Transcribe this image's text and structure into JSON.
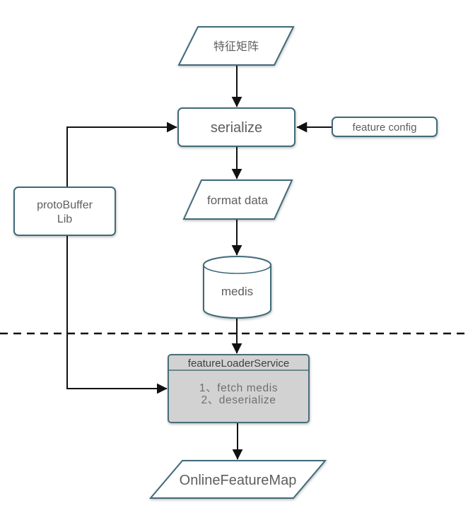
{
  "diagram": {
    "title": "feature serialization pipeline flowchart",
    "colors": {
      "node_border": "#3f6b79",
      "node_fill": "#ffffff",
      "service_fill": "#d2d2d2",
      "label_text": "#5e5e5e",
      "edge_line": "#111111"
    },
    "nodes": {
      "feature_matrix": {
        "label": "特征矩阵",
        "shape": "parallelogram"
      },
      "serialize": {
        "label": "serialize",
        "shape": "rounded-rect"
      },
      "feature_config": {
        "label": "feature config",
        "shape": "rounded-rect"
      },
      "proto_buffer_lib": {
        "label_line1": "protoBuffer",
        "label_line2": "Lib",
        "shape": "rounded-rect"
      },
      "format_data": {
        "label": "format data",
        "shape": "parallelogram"
      },
      "medis": {
        "label": "medis",
        "shape": "cylinder"
      },
      "feature_loader_service": {
        "title": "featureLoaderService",
        "steps": {
          "0": "1、fetch medis",
          "1": "2、deserialize"
        },
        "shape": "titled-rect"
      },
      "online_feature_map": {
        "label": "OnlineFeatureMap",
        "shape": "parallelogram"
      }
    },
    "edges": [
      {
        "from": "feature_matrix",
        "to": "serialize"
      },
      {
        "from": "feature_config",
        "to": "serialize"
      },
      {
        "from": "proto_buffer_lib",
        "to": "serialize"
      },
      {
        "from": "serialize",
        "to": "format_data"
      },
      {
        "from": "format_data",
        "to": "medis"
      },
      {
        "from": "medis",
        "to": "feature_loader_service"
      },
      {
        "from": "proto_buffer_lib",
        "to": "feature_loader_service"
      },
      {
        "from": "feature_loader_service",
        "to": "online_feature_map"
      }
    ],
    "separator": {
      "style": "dashed",
      "orientation": "horizontal"
    }
  }
}
